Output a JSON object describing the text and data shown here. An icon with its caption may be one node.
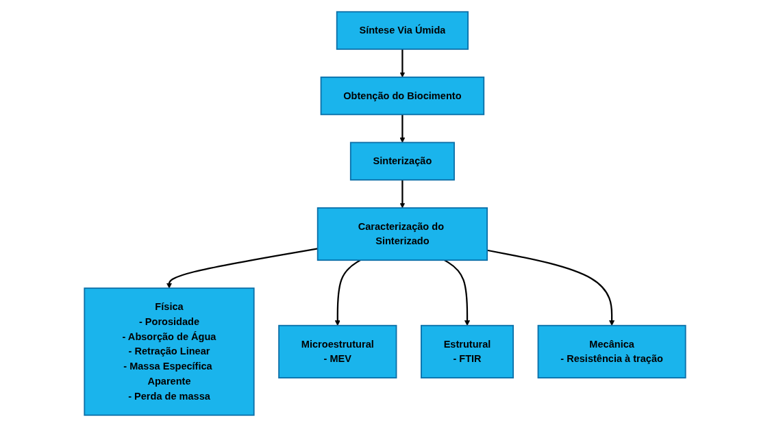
{
  "diagram": {
    "nodes": [
      {
        "text": [
          "Síntese Via Úmida"
        ]
      },
      {
        "text": [
          "Obtenção do Biocimento"
        ]
      },
      {
        "text": [
          "Sinterização"
        ]
      },
      {
        "text": [
          "Caracterização do Sinterizado"
        ]
      },
      {
        "text": [
          "Física",
          "- Porosidade",
          "- Absorção de Água",
          "- Retração Linear",
          "- Massa Específica Aparente",
          "- Perda de massa"
        ]
      },
      {
        "text": [
          "Microestrutural",
          "- MEV"
        ]
      },
      {
        "text": [
          "Estrutural",
          "- FTIR"
        ]
      },
      {
        "text": [
          "Mecânica",
          "- Resistência à tração"
        ]
      }
    ],
    "edges": [
      {
        "from": 0,
        "to": 1,
        "arrow": "to"
      },
      {
        "from": 1,
        "to": 2,
        "arrow": "to"
      },
      {
        "from": 2,
        "to": 3,
        "arrow": "to"
      },
      {
        "from": 3,
        "to": 4,
        "arrow": "to"
      },
      {
        "from": 3,
        "to": 5,
        "arrow": "to"
      },
      {
        "from": 3,
        "to": 6,
        "arrow": "to"
      },
      {
        "from": 3,
        "to": 7,
        "arrow": "to"
      }
    ]
  }
}
